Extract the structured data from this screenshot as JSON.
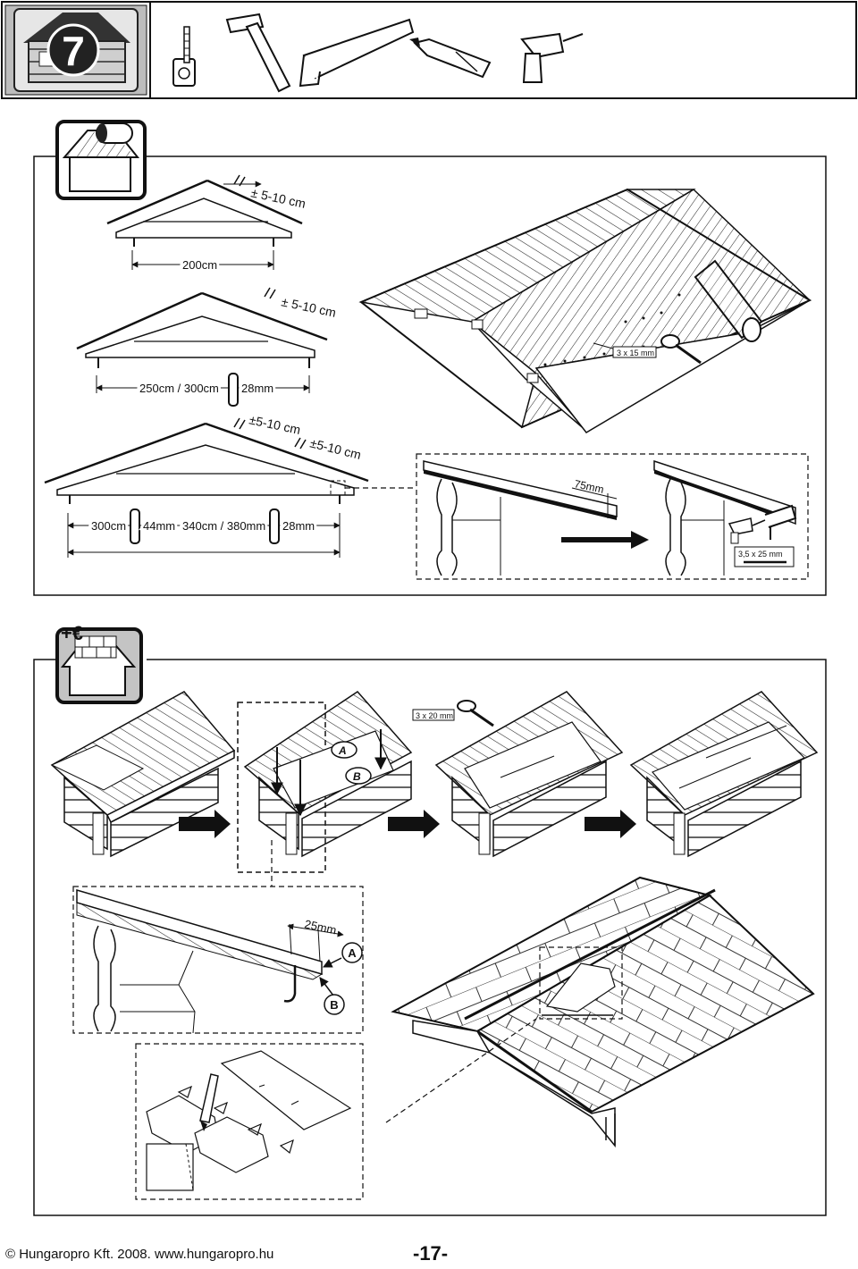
{
  "header": {
    "step_number": "7",
    "tools": [
      "tape-measure-icon",
      "hammer-icon",
      "saw-icon",
      "utility-knife-icon",
      "cordless-drill-icon"
    ]
  },
  "section1": {
    "icon": "roofing-felt-roll-icon",
    "truss_small": {
      "overhang": "± 5-10 cm",
      "width": "200cm"
    },
    "truss_medium": {
      "overhang": "± 5-10 cm",
      "width": "250cm / 300cm",
      "board": "28mm"
    },
    "truss_large": {
      "overhang_left": "±5-10 cm",
      "overhang_right": "±5-10 cm",
      "width_a": "300cm",
      "board_a": "44mm",
      "width_b": "340cm / 380mm",
      "board_b": "28mm"
    },
    "roof_felt_nail": "3 x 15 mm",
    "felt_overlap": "75mm",
    "drill_screw": "3,5 x 25 mm"
  },
  "section2": {
    "icon": "roof-shingles-icon",
    "optional_mark": "+€",
    "nail": "3 x 20 mm",
    "label_a": "A",
    "label_b": "B",
    "edge_overlap": "25mm"
  },
  "footer": {
    "copyright": "© Hungaropro Kft. 2008. www.hungaropro.hu",
    "page": "-17-"
  }
}
